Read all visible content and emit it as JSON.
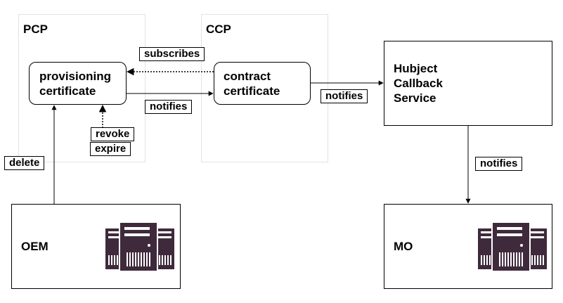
{
  "groups": {
    "pcp": {
      "title": "PCP"
    },
    "ccp": {
      "title": "CCP"
    }
  },
  "nodes": {
    "provisioning_certificate": {
      "label": "provisioning\ncertificate"
    },
    "contract_certificate": {
      "label": "contract\ncertificate"
    },
    "hubject_callback_service": {
      "label": "Hubject\nCallback\nService"
    },
    "oem": {
      "label": "OEM",
      "icon": "server-icon"
    },
    "mo": {
      "label": "MO",
      "icon": "server-icon"
    }
  },
  "edges": {
    "subscribes": "subscribes",
    "notifies_prov_to_contract": "notifies",
    "notifies_contract_to_hubject": "notifies",
    "notifies_hubject_to_mo": "notifies",
    "revoke": "revoke",
    "expire": "expire",
    "delete": "delete"
  },
  "colors": {
    "server": "#3f2a3c",
    "server_detail": "#ffffff",
    "group_border": "#e3e3e3",
    "stroke": "#000000"
  }
}
